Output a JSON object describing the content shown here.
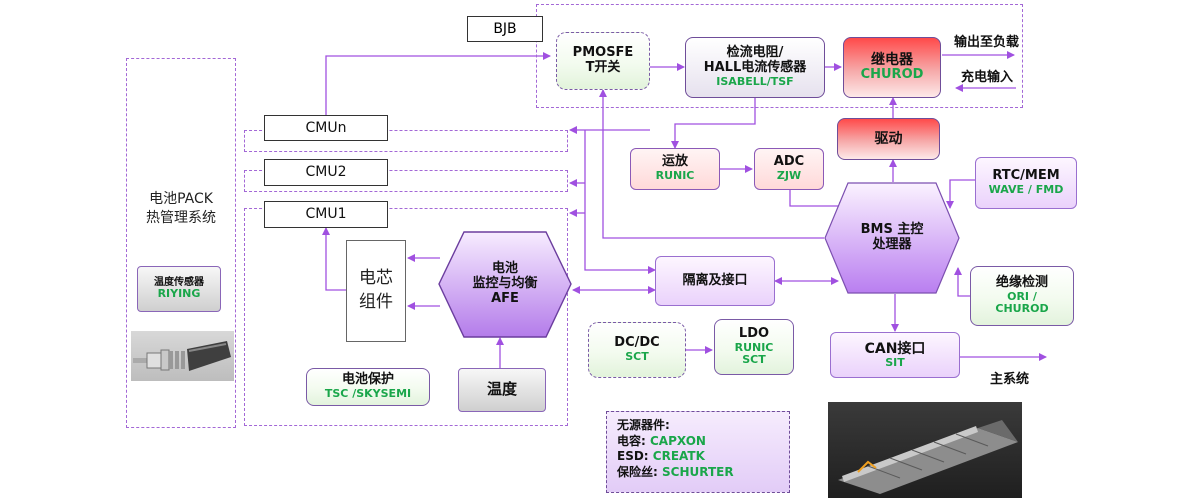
{
  "pack_title": [
    "电池PACK",
    "热管理系统"
  ],
  "temp_sensor": {
    "title": "温度传感器",
    "vendor": "RIYING"
  },
  "cmu": {
    "cmun": "CMUn",
    "cmu2": "CMU2",
    "cmu1": "CMU1"
  },
  "bjb": "BJB",
  "pmosfet": {
    "line1": "PMOSFE",
    "line2": "T开关"
  },
  "current_sensor": {
    "line1": "检流电阻/",
    "line2": "HALL电流传感器",
    "vendor": "ISABELL/TSF"
  },
  "relay": {
    "title": "继电器",
    "vendor": "CHUROD"
  },
  "output_labels": {
    "out": "输出至负载",
    "in": "充电输入"
  },
  "driver": "驱动",
  "opamp": {
    "title": "运放",
    "vendor": "RUNIC"
  },
  "adc": {
    "title": "ADC",
    "vendor": "ZJW"
  },
  "rtc": {
    "title": "RTC/MEM",
    "vendor": "WAVE / FMD"
  },
  "bms": {
    "line1": "BMS 主控",
    "line2": "处理器"
  },
  "cell": {
    "line1": "电芯",
    "line2": "组件"
  },
  "afe": {
    "line1": "电池",
    "line2": "监控与均衡",
    "line3": "AFE"
  },
  "isolation": "隔离及接口",
  "insulation": {
    "title": "绝缘检测",
    "vendor1": "ORI /",
    "vendor2": "CHUROD"
  },
  "dcdc": {
    "title": "DC/DC",
    "vendor": "SCT"
  },
  "ldo": {
    "title": "LDO",
    "vendor1": "RUNIC",
    "vendor2": "SCT"
  },
  "can": {
    "title": "CAN接口",
    "vendor": "SIT"
  },
  "main_system": "主系统",
  "protection": {
    "title": "电池保护",
    "vendor": "TSC /SKYSEMI"
  },
  "temperature": "温度",
  "passive": {
    "title": "无源器件:",
    "items": [
      {
        "label": "电容:",
        "vendor": "CAPXON"
      },
      {
        "label": "ESD:",
        "vendor": "CREATK"
      },
      {
        "label": "保险丝:",
        "vendor": "SCHURTER"
      }
    ]
  },
  "colors": {
    "accent": "#a368d6",
    "vendor_green": "#1aa64a",
    "wire": "#a050e0"
  }
}
